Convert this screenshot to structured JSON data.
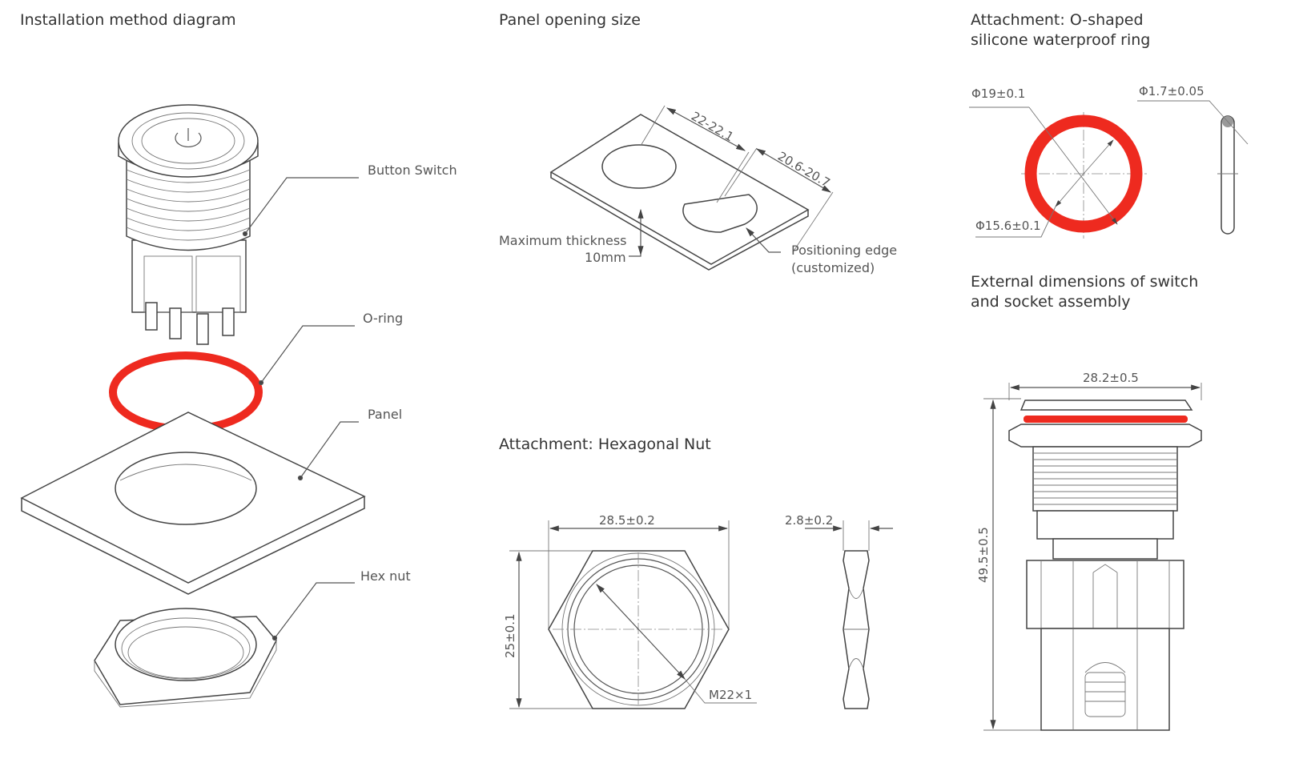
{
  "sections": {
    "installation": {
      "title": "Installation method diagram",
      "labels": [
        "Button Switch",
        "O-ring",
        "Panel",
        "Hex nut"
      ]
    },
    "panel_opening": {
      "title": "Panel opening size",
      "dim_round": "22-22.1",
      "dim_flat": "20.6-20.7",
      "thickness_label": "Maximum thickness",
      "thickness_value": "10mm",
      "edge_label": "Positioning edge",
      "edge_note": "(customized)"
    },
    "oring": {
      "title_line1": "Attachment: O-shaped",
      "title_line2": "silicone waterproof ring",
      "outer_dia": "Φ19±0.1",
      "inner_dia": "Φ15.6±0.1",
      "cross_section": "Φ1.7±0.05"
    },
    "hex_nut": {
      "title": "Attachment:  Hexagonal Nut",
      "width": "28.5±0.2",
      "height": "25±0.1",
      "thread": "M22×1",
      "thickness": "2.8±0.2"
    },
    "assembly": {
      "title_line1": "External dimensions of switch",
      "title_line2": "and socket assembly",
      "width": "28.2±0.5",
      "height": "49.5±0.5"
    }
  },
  "colors": {
    "oring": "#ee2a1f",
    "line": "#555555"
  }
}
